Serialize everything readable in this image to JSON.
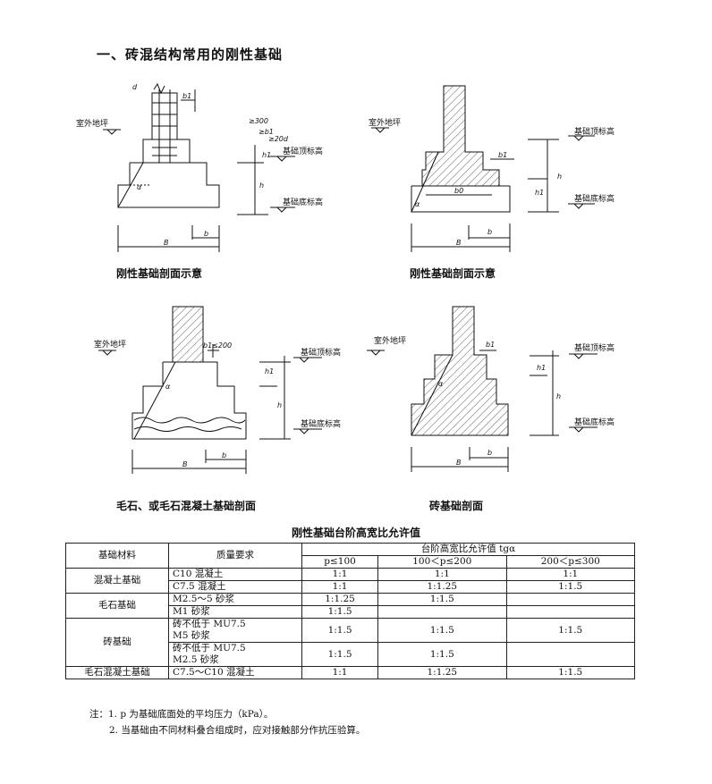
{
  "heading": "一、砖混结构常用的刚性基础",
  "diagrams": {
    "d1": {
      "caption": "刚性基础剖面示意",
      "labels": {
        "d": "d",
        "b1": "b1",
        "outdoor": "室外地坪",
        "dim1": "≥300",
        "dim2": "≥b1",
        "dim3": "≥20d",
        "h1": "h1",
        "h": "h",
        "top_elev": "基础顶标高",
        "bottom_elev": "基础底标高",
        "alpha": "α",
        "B": "B",
        "b": "b"
      }
    },
    "d2": {
      "caption": "刚性基础剖面示意",
      "labels": {
        "outdoor": "室外地坪",
        "b1": "b1",
        "b0": "b0",
        "h": "h",
        "h1": "h1",
        "top_elev": "基础顶标高",
        "bottom_elev": "基础底标高",
        "alpha": "α",
        "B": "B",
        "b": "b"
      }
    },
    "d3": {
      "caption": "毛石、或毛石混凝土基础剖面",
      "labels": {
        "outdoor": "室外地坪",
        "b1": "b1≤200",
        "h1": "h1",
        "h": "h",
        "top_elev": "基础顶标高",
        "bottom_elev": "基础底标高",
        "alpha": "α",
        "B": "B",
        "b": "b"
      }
    },
    "d4": {
      "caption": "砖基础剖面",
      "labels": {
        "outdoor": "室外地坪",
        "b1": "b1",
        "h1": "h1",
        "h": "h",
        "top_elev": "基础顶标高",
        "bottom_elev": "基础底标高",
        "alpha": "α",
        "B": "B",
        "b": "b"
      }
    }
  },
  "table": {
    "title": "刚性基础台阶高宽比允许值",
    "headers": {
      "material": "基础材料",
      "quality": "质量要求",
      "group": "台阶高宽比允许值 tgα",
      "p1": "p≤100",
      "p2": "100＜p≤200",
      "p3": "200＜p≤300"
    },
    "rows": [
      {
        "material": "混凝土基础",
        "quality": "C10 混凝土",
        "v1": "1:1",
        "v2": "1:1",
        "v3": "1:1"
      },
      {
        "quality": "C7.5 混凝土",
        "v1": "1:1",
        "v2": "1:1.25",
        "v3": "1:1.5"
      },
      {
        "material": "毛石基础",
        "quality": "M2.5～5 砂浆",
        "v1": "1:1.25",
        "v2": "1:1.5",
        "v3": ""
      },
      {
        "quality": "M1 砂浆",
        "v1": "1:1.5",
        "v2": "",
        "v3": ""
      },
      {
        "material": "砖基础",
        "quality": "砖不低于 MU7.5",
        "quality2": "M5 砂浆",
        "v1": "1:1.5",
        "v2": "1:1.5",
        "v3": "1:1.5"
      },
      {
        "quality": "砖不低于 MU7.5",
        "quality2": "M2.5 砂浆",
        "v1": "1:1.5",
        "v2": "1:1.5",
        "v3": ""
      },
      {
        "material": "毛石混凝土基础",
        "quality": "C7.5～C10 混凝土",
        "v1": "1:1",
        "v2": "1:1.25",
        "v3": "1:1.5"
      }
    ]
  },
  "notes": [
    "注：1. p 为基础底面处的平均压力（kPa）。",
    "2. 当基础由不同材料叠合组成时，应对接触部分作抗压验算。"
  ]
}
